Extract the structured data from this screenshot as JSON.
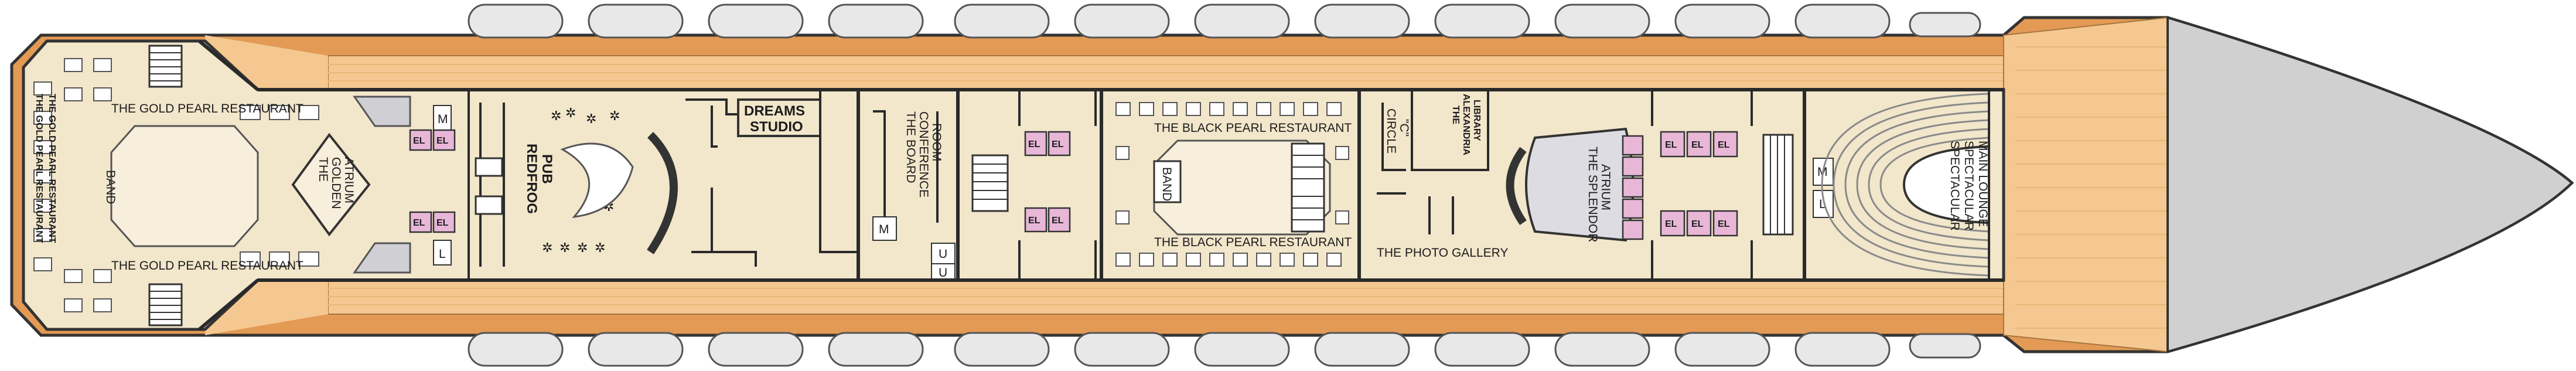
{
  "colors": {
    "hull_orange": "#e39a55",
    "deck_wood": "#f4c890",
    "interior_beige": "#f2e6cb",
    "elevator_pink": "#e8b7d7",
    "bow_grey": "#d0d0d0",
    "lifeboat": "#e8e8e8"
  },
  "labels": {
    "gold_pearl_top": "THE GOLD PEARL RESTAURANT",
    "gold_pearl_bottom": "THE GOLD PEARL RESTAURANT",
    "gold_pearl_side_1": "THE GOLD PEARL RESTAURANT",
    "gold_pearl_side_2": "THE GOLD PEARL RESTAURANT",
    "band_aft": "BAND",
    "golden_atrium": [
      "THE",
      "GOLDEN",
      "ATRIUM"
    ],
    "redfrog_pub": [
      "REDFROG",
      "PUB"
    ],
    "dreams_studio": [
      "DREAMS",
      "STUDIO"
    ],
    "board_room": [
      "THE BOARD",
      "CONFERENCE",
      "ROOM"
    ],
    "black_pearl_top": "THE BLACK PEARL RESTAURANT",
    "black_pearl_bottom": "THE BLACK PEARL RESTAURANT",
    "band_mid": "BAND",
    "circle_c": [
      "CIRCLE",
      "\"C\""
    ],
    "alexandria_library": [
      "THE",
      "ALEXANDRIA",
      "LIBRARY"
    ],
    "photo_gallery": "THE PHOTO GALLERY",
    "splendor_atrium": [
      "THE SPLENDOR",
      "ATRIUM"
    ],
    "main_lounge": [
      "SPECTACULAR",
      "SPECTACULAR",
      "MAIN LOUNGE"
    ]
  },
  "markers": {
    "elevator": "EL",
    "men": "M",
    "ladies": "L",
    "unisex": "U"
  },
  "icons": [
    "lifeboat-icon",
    "elevator-icon",
    "stairs-icon",
    "restroom-icon",
    "table-icon",
    "star-icon"
  ]
}
